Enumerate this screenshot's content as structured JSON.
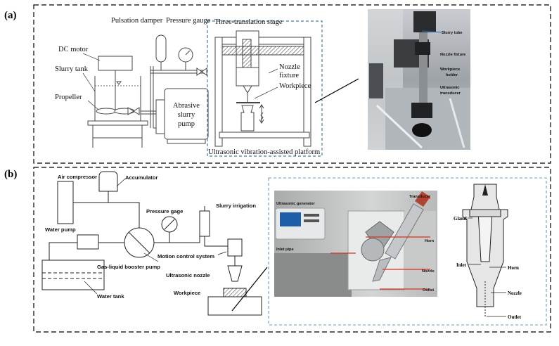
{
  "panel_a": {
    "tag": "(a)",
    "labels": {
      "dc_motor": "DC motor",
      "slurry_tank": "Slurry tank",
      "propeller": "Propeller",
      "pulsation_damper": "Pulsation damper",
      "pressure_gauge": "Pressure gauge",
      "pump_line1": "Abrasive",
      "pump_line2": "slurry",
      "pump_line3": "pump",
      "stage": "Three-translation stage",
      "nozzle_line1": "Nozzle",
      "nozzle_line2": "fixture",
      "workpiece": "Workpiece",
      "platform": "Ultrasonic vibration-assisted platform"
    },
    "photo_labels": {
      "slurry_tube": "Slurry tube",
      "nozzle_fixture": "Nozzle fixture",
      "holder_line1": "Workpiece",
      "holder_line2": "holder",
      "trans_line1": "Ultrasonic",
      "trans_line2": "transducer"
    }
  },
  "panel_b": {
    "tag": "(b)",
    "labels": {
      "air_compressor": "Air compressor",
      "accumulator": "Accumulator",
      "pressure_gage": "Pressure gage",
      "slurry_irrigation": "Slurry irrigation",
      "water_pump": "Water pump",
      "motion_control": "Motion control system",
      "booster_pump": "Gas-liquid booster pump",
      "ultrasonic_nozzle": "Ultrasonic nozzle",
      "water_tank": "Water tank",
      "workpiece": "Workpiece"
    },
    "photo_labels": {
      "transducer": "Transducer",
      "generator": "Ultrasonic generator",
      "inlet_pipe": "Inlet pipe",
      "horn": "Horn",
      "nozzle": "Nozzle",
      "outlet": "Outlet"
    },
    "nozzle_labels": {
      "gland": "Gland",
      "inlet": "Inlet",
      "horn": "Horn",
      "nozzle": "Nozzle",
      "outlet": "Outlet"
    }
  }
}
